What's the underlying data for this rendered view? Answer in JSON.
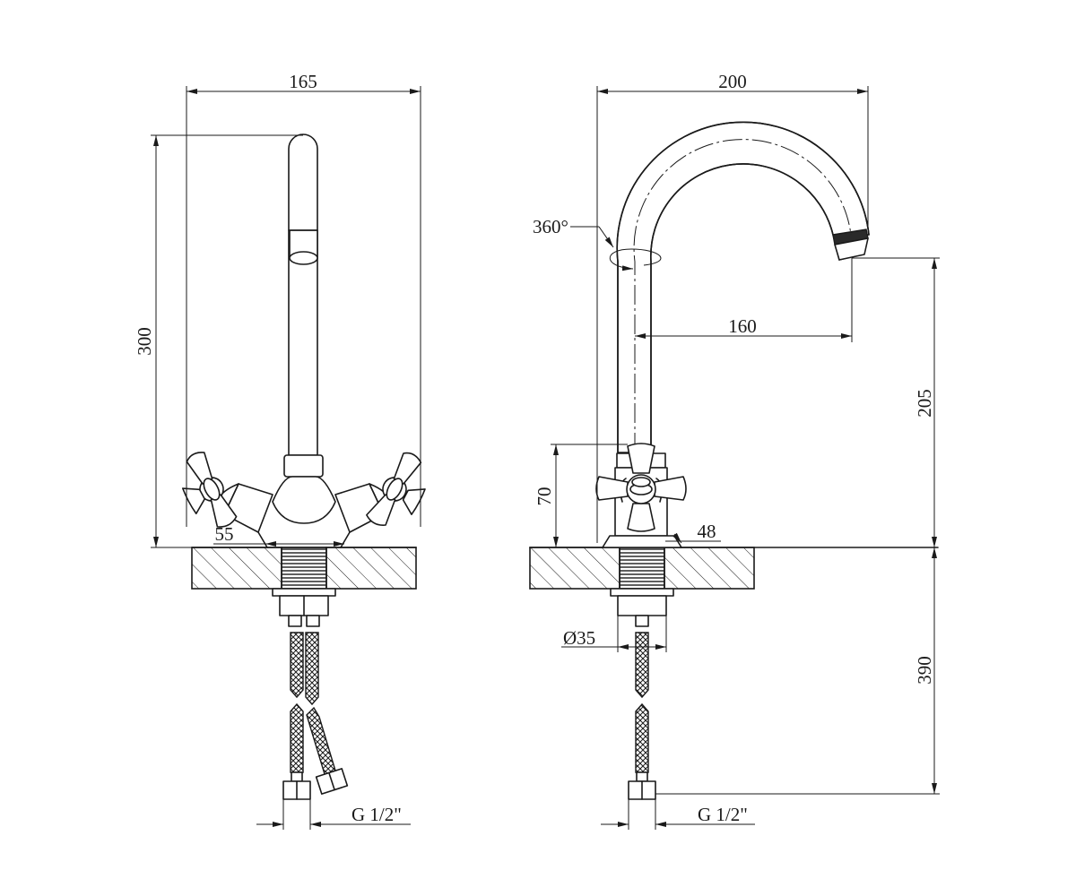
{
  "views": {
    "front": {
      "width_label": "165",
      "height_label": "300",
      "spacing_label": "55",
      "thread_label": "G 1/2\""
    },
    "side": {
      "width_label": "200",
      "reach_label": "160",
      "spout_height_label": "205",
      "rotation_label": "360°",
      "handle_height_label": "70",
      "base_label": "48",
      "diameter_label": "Ø35",
      "hose_length_label": "390",
      "thread_label": "G 1/2\""
    }
  }
}
